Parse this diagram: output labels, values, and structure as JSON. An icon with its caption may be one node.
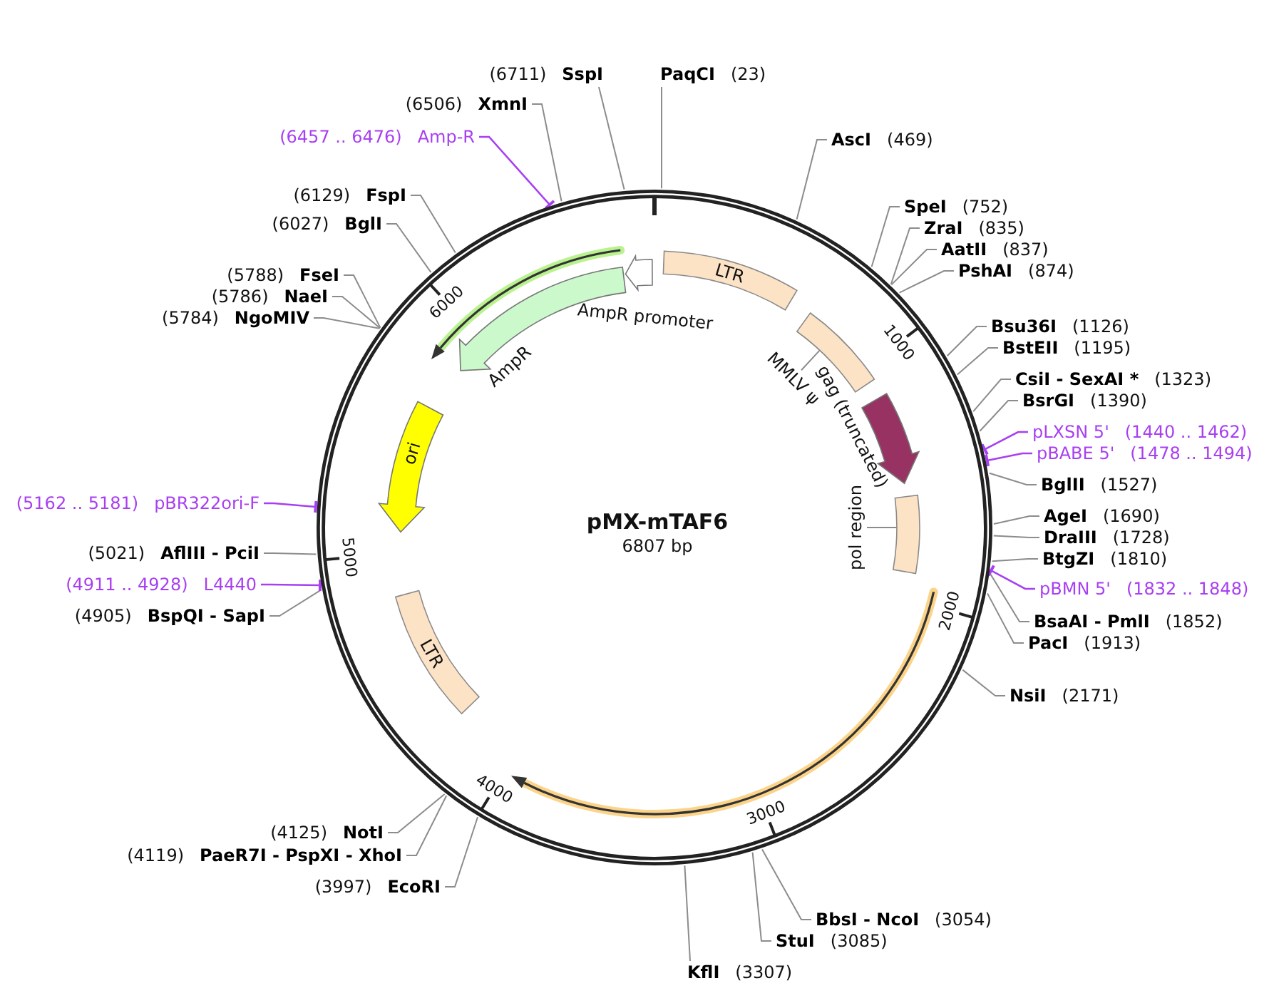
{
  "diagram": {
    "nodes": [
      {
        "text": [
          "pMX-mTAF6",
          "6807 bp"
        ]
      },
      {
        "text": [
          "PaqCI",
          "(23)"
        ]
      },
      {
        "text": [
          "AscI",
          "(469)"
        ]
      },
      {
        "text": [
          "SpeI",
          "(752)"
        ]
      },
      {
        "text": [
          "ZraI",
          "(835)"
        ]
      },
      {
        "text": [
          "AatII",
          "(837)"
        ]
      },
      {
        "text": [
          "PshAI",
          "(874)"
        ]
      },
      {
        "text": [
          "Bsu36I",
          "(1126)"
        ]
      },
      {
        "text": [
          "BstEII",
          "(1195)"
        ]
      },
      {
        "text": [
          "CsiI - SexAI *",
          "(1323)"
        ]
      },
      {
        "text": [
          "BsrGI",
          "(1390)"
        ]
      },
      {
        "text": [
          "pLXSN 5'",
          "(1440 .. 1462)"
        ]
      },
      {
        "text": [
          "pBABE 5'",
          "(1478 .. 1494)"
        ]
      },
      {
        "text": [
          "BglII",
          "(1527)"
        ]
      },
      {
        "text": [
          "AgeI",
          "(1690)"
        ]
      },
      {
        "text": [
          "DraIII",
          "(1728)"
        ]
      },
      {
        "text": [
          "BtgZI",
          "(1810)"
        ]
      },
      {
        "text": [
          "pBMN 5'",
          "(1832 .. 1848)"
        ]
      },
      {
        "text": [
          "BsaAI - PmlI",
          "(1852)"
        ]
      },
      {
        "text": [
          "PacI",
          "(1913)"
        ]
      },
      {
        "text": [
          "NsiI",
          "(2171)"
        ]
      },
      {
        "text": [
          "BbsI - NcoI",
          "(3054)"
        ]
      },
      {
        "text": [
          "StuI",
          "(3085)"
        ]
      },
      {
        "text": [
          "KflI",
          "(3307)"
        ]
      },
      {
        "text": [
          "(3997)",
          "EcoRI"
        ]
      },
      {
        "text": [
          "(4119)",
          "PaeR7I - PspXI - XhoI"
        ]
      },
      {
        "text": [
          "(4125)",
          "NotI"
        ]
      },
      {
        "text": [
          "(4905)",
          "BspQI - SapI"
        ]
      },
      {
        "text": [
          "(4911 .. 4928)",
          "L4440"
        ]
      },
      {
        "text": [
          "(5021)",
          "AflIII - PciI"
        ]
      },
      {
        "text": [
          "(5162 .. 5181)",
          "pBR322ori-F"
        ]
      },
      {
        "text": [
          "(5784)",
          "NgoMIV"
        ]
      },
      {
        "text": [
          "(5786)",
          "NaeI"
        ]
      },
      {
        "text": [
          "(5788)",
          "FseI"
        ]
      },
      {
        "text": [
          "(6027)",
          "BglI"
        ]
      },
      {
        "text": [
          "(6129)",
          "FspI"
        ]
      },
      {
        "text": [
          "(6457 .. 6476)",
          "Amp-R"
        ]
      },
      {
        "text": [
          "(6506)",
          "XmnI"
        ]
      },
      {
        "text": [
          "(6711)",
          "SspI"
        ]
      },
      {
        "text": [
          "LTR"
        ],
        "in": 0
      },
      {
        "text": [
          "MMLV ψ"
        ],
        "in": 0
      },
      {
        "text": [],
        "shape": "box",
        "in": 0
      },
      {
        "text": [
          "gag (truncated)"
        ],
        "in": 0
      },
      {
        "text": [
          "pol region"
        ],
        "in": 0
      },
      {
        "text": [],
        "shape": "box",
        "in": 0
      },
      {
        "text": [],
        "shape": "arrow",
        "in": 0
      },
      {
        "text": [
          "LTR"
        ],
        "in": 0
      },
      {
        "text": [
          "ori"
        ],
        "in": 0
      },
      {
        "text": [
          "AmpR"
        ],
        "in": 0
      },
      {
        "text": [
          "AmpR promoter"
        ],
        "in": 0
      },
      {
        "text": [],
        "shape": "arrow",
        "in": 0
      }
    ],
    "edges": [
      {
        "from": 1,
        "to": 0,
        "arrow": "none"
      },
      {
        "from": 2,
        "to": 0,
        "arrow": "none"
      },
      {
        "from": 3,
        "to": 0,
        "arrow": "none"
      },
      {
        "from": 4,
        "to": 0,
        "arrow": "none"
      },
      {
        "from": 5,
        "to": 0,
        "arrow": "none"
      },
      {
        "from": 6,
        "to": 0,
        "arrow": "none"
      },
      {
        "from": 7,
        "to": 0,
        "arrow": "none"
      },
      {
        "from": 8,
        "to": 0,
        "arrow": "none"
      },
      {
        "from": 9,
        "to": 0,
        "arrow": "none"
      },
      {
        "from": 10,
        "to": 0,
        "arrow": "none"
      },
      {
        "from": 11,
        "to": 0,
        "arrow": "other",
        "color": "#a83ff2"
      },
      {
        "from": 12,
        "to": 0,
        "arrow": "other",
        "color": "#a83ff2"
      },
      {
        "from": 13,
        "to": 0,
        "arrow": "none"
      },
      {
        "from": 14,
        "to": 0,
        "arrow": "none"
      },
      {
        "from": 15,
        "to": 0,
        "arrow": "none"
      },
      {
        "from": 16,
        "to": 0,
        "arrow": "none"
      },
      {
        "from": 17,
        "to": 0,
        "arrow": "other",
        "color": "#a83ff2"
      },
      {
        "from": 18,
        "to": 0,
        "arrow": "none"
      },
      {
        "from": 19,
        "to": 0,
        "arrow": "none"
      },
      {
        "from": 20,
        "to": 0,
        "arrow": "none"
      },
      {
        "from": 21,
        "to": 0,
        "arrow": "none"
      },
      {
        "from": 22,
        "to": 0,
        "arrow": "none"
      },
      {
        "from": 23,
        "to": 0,
        "arrow": "none"
      },
      {
        "from": 24,
        "to": 0,
        "arrow": "none"
      },
      {
        "from": 25,
        "to": 0,
        "arrow": "none"
      },
      {
        "from": 26,
        "to": 0,
        "arrow": "none"
      },
      {
        "from": 27,
        "to": 0,
        "arrow": "none"
      },
      {
        "from": 28,
        "to": 0,
        "arrow": "other",
        "color": "#a83ff2"
      },
      {
        "from": 29,
        "to": 0,
        "arrow": "none"
      },
      {
        "from": 30,
        "to": 0,
        "arrow": "other",
        "color": "#a83ff2"
      },
      {
        "from": 31,
        "to": 0,
        "arrow": "none"
      },
      {
        "from": 32,
        "to": 0,
        "arrow": "none"
      },
      {
        "from": 33,
        "to": 0,
        "arrow": "none"
      },
      {
        "from": 34,
        "to": 0,
        "arrow": "none"
      },
      {
        "from": 35,
        "to": 0,
        "arrow": "none"
      },
      {
        "from": 36,
        "to": 0,
        "arrow": "other",
        "color": "#a83ff2"
      },
      {
        "from": 37,
        "to": 0,
        "arrow": "none"
      },
      {
        "from": 38,
        "to": 0,
        "arrow": "none"
      },
      {
        "from": 40,
        "to": 41,
        "arrow": "none"
      },
      {
        "from": 43,
        "to": 44,
        "arrow": "none"
      }
    ],
    "labels": [
      "1000",
      "2000",
      "3000",
      "4000",
      "5000",
      "6000"
    ]
  }
}
